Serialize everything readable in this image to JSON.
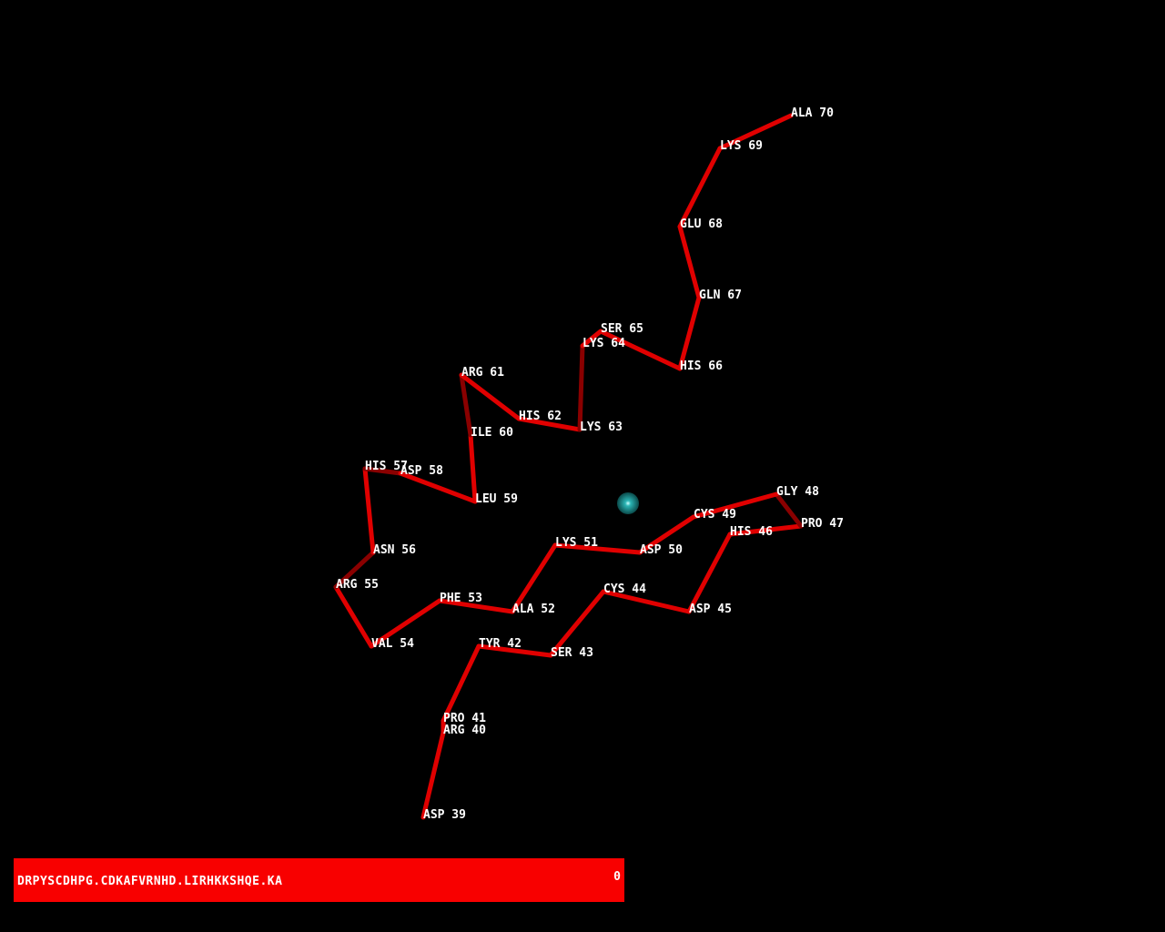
{
  "colors": {
    "backbone": "#e00000",
    "backbone_dark": "#8a0000",
    "status_bar": "#f80000",
    "label": "#ffffff",
    "sphere": "#1a9a9a"
  },
  "residues": [
    {
      "name": "ASP",
      "num": 39
    },
    {
      "name": "ARG",
      "num": 40
    },
    {
      "name": "PRO",
      "num": 41
    },
    {
      "name": "TYR",
      "num": 42
    },
    {
      "name": "SER",
      "num": 43
    },
    {
      "name": "CYS",
      "num": 44
    },
    {
      "name": "ASP",
      "num": 45
    },
    {
      "name": "HIS",
      "num": 46
    },
    {
      "name": "PRO",
      "num": 47
    },
    {
      "name": "GLY",
      "num": 48
    },
    {
      "name": "CYS",
      "num": 49
    },
    {
      "name": "ASP",
      "num": 50
    },
    {
      "name": "LYS",
      "num": 51
    },
    {
      "name": "ALA",
      "num": 52
    },
    {
      "name": "PHE",
      "num": 53
    },
    {
      "name": "VAL",
      "num": 54
    },
    {
      "name": "ARG",
      "num": 55
    },
    {
      "name": "ASN",
      "num": 56
    },
    {
      "name": "HIS",
      "num": 57
    },
    {
      "name": "ASP",
      "num": 58
    },
    {
      "name": "LEU",
      "num": 59
    },
    {
      "name": "ILE",
      "num": 60
    },
    {
      "name": "ARG",
      "num": 61
    },
    {
      "name": "HIS",
      "num": 62
    },
    {
      "name": "LYS",
      "num": 63
    },
    {
      "name": "LYS",
      "num": 64
    },
    {
      "name": "SER",
      "num": 65
    },
    {
      "name": "HIS",
      "num": 66
    },
    {
      "name": "GLN",
      "num": 67
    },
    {
      "name": "GLU",
      "num": 68
    },
    {
      "name": "LYS",
      "num": 69
    },
    {
      "name": "ALA",
      "num": 70
    }
  ],
  "status": {
    "sequence": "DRPYSCDHPG.CDKAFVRNHD.LIRHKKSHQE.KA",
    "counter": "0"
  }
}
